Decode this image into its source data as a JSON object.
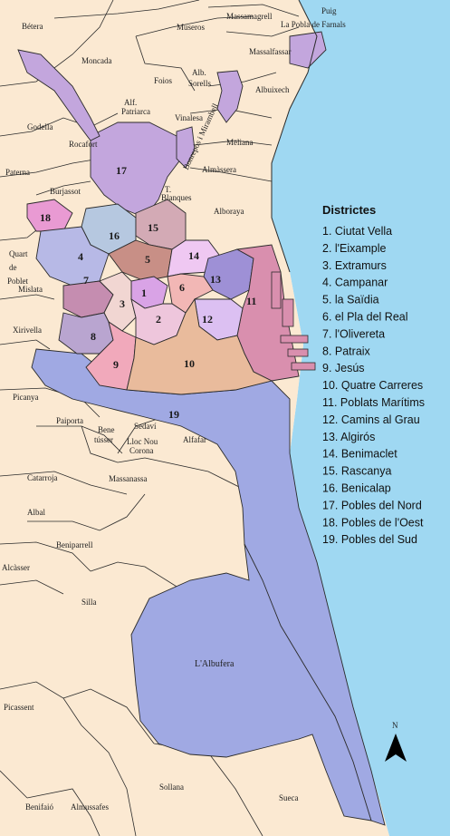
{
  "colors": {
    "sea": "#9fd8f2",
    "land": "#fbe9d2",
    "border": "#2b2b2b",
    "lake": "#a9dcf4",
    "pobles_sud": "#a0a9e3",
    "pobles_nord": "#c3a6dd"
  },
  "legend": {
    "title": "Districtes",
    "items": [
      "1. Ciutat Vella",
      "2. l'Eixample",
      "3. Extramurs",
      "4. Campanar",
      "5. la Saïdia",
      "6. el Pla del Real",
      "7. l'Olivereta",
      "8. Patraix",
      "9. Jesús",
      "10. Quatre Carreres",
      "11. Poblats Marítims",
      "12. Camins al Grau",
      "13. Algirós",
      "14. Benimaclet",
      "15. Rascanya",
      "16. Benicalap",
      "17. Pobles del Nord",
      "18. Pobles de l'Oest",
      "19. Pobles del Sud"
    ]
  },
  "districts": [
    {
      "num": "1",
      "color": "#d9a3e6"
    },
    {
      "num": "2",
      "color": "#eec6dc"
    },
    {
      "num": "3",
      "color": "#f1d6d2"
    },
    {
      "num": "4",
      "color": "#b7b9e6"
    },
    {
      "num": "5",
      "color": "#c88f86"
    },
    {
      "num": "6",
      "color": "#f2b7b5"
    },
    {
      "num": "7",
      "color": "#c58db0"
    },
    {
      "num": "8",
      "color": "#b9a5d0"
    },
    {
      "num": "9",
      "color": "#f1a9bb"
    },
    {
      "num": "10",
      "color": "#e9bb9c"
    },
    {
      "num": "11",
      "color": "#d98fae"
    },
    {
      "num": "12",
      "color": "#dcc0f2"
    },
    {
      "num": "13",
      "color": "#9e90d6"
    },
    {
      "num": "14",
      "color": "#efc8f2"
    },
    {
      "num": "15",
      "color": "#d3aab5"
    },
    {
      "num": "16",
      "color": "#b6c8e0"
    },
    {
      "num": "17",
      "color": "#c3a6dd"
    },
    {
      "num": "18",
      "color": "#e99ad3"
    },
    {
      "num": "19",
      "color": "#a0a9e3"
    }
  ],
  "towns": [
    "Bétera",
    "Moncada",
    "Museros",
    "Massamagrell",
    "Puig",
    "La Pobla de Farnals",
    "Massalfassar",
    "Foios",
    "Alb.",
    "Sorells",
    "Albuixech",
    "Alf.",
    "Patriarca",
    "Vinalesa",
    "Meliana",
    "Godella",
    "Rocafort",
    "Bonrepòs i Mirambell",
    "Almàssera",
    "Paterna",
    "Burjassot",
    "T.",
    "Blanques",
    "Alboraya",
    "Quart",
    "de",
    "Poblet",
    "Mislata",
    "Xirivella",
    "Picanya",
    "Paiporta",
    "Bene",
    "tússer",
    "Sedaví",
    "Lloc Nou",
    "Corona",
    "Alfafar",
    "Catarroja",
    "Massanassa",
    "Albal",
    "Beniparrell",
    "Alcàsser",
    "Silla",
    "L'Albufera",
    "Picassent",
    "Sollana",
    "Sueca",
    "Benifaió",
    "Almussafes"
  ],
  "compass": {
    "label": "N",
    "icon": "north-arrow-icon"
  }
}
